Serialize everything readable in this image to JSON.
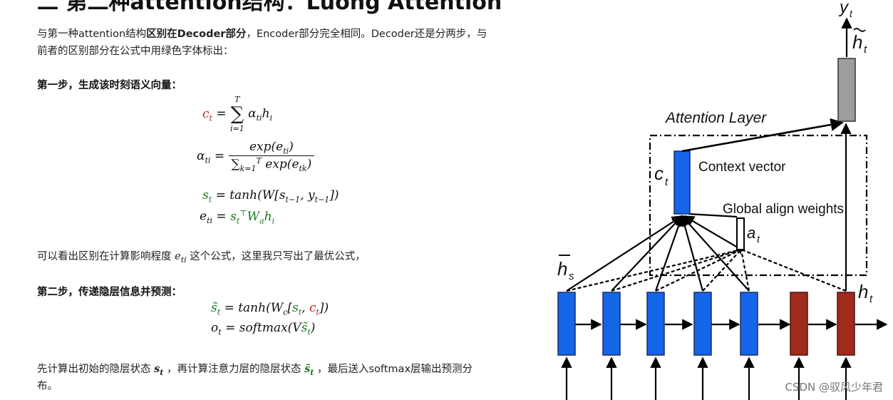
{
  "heading": "二 第二种attention结构：Luong Attention",
  "intro": {
    "part1": "与第一种attention结构",
    "bold": "区别在Decoder部分",
    "part2": "，Encoder部分完全相同。Decoder还是分两步，与",
    "line2": "前者的区别部分在公式中用绿色字体标出："
  },
  "step1_title": "第一步，生成该时刻语义向量：",
  "note": {
    "before": "可以看出区别在计算影响程度",
    "symbol": "e",
    "sub": "ti",
    "after": "这个公式，这里我只写出了最优公式，"
  },
  "step2_title": "第二步，传递隐层信息并预测：",
  "final": {
    "part1": "先计算出初始的隐层状态",
    "part2": "，再计算注意力层的隐层状态",
    "part3": "，最后送入softmax层输出预测分",
    "line2": "布。"
  },
  "diagram": {
    "attention_layer": "Attention Layer",
    "context_vector": "Context vector",
    "global_align": "Global align weights",
    "label_ct": "c",
    "label_at": "a",
    "label_hs": "h",
    "label_ht": "h",
    "label_yt": "y",
    "label_htilde": "h",
    "sub_t": "t",
    "sub_s": "s",
    "colors": {
      "encoder": "#1565e8",
      "decoder": "#a02a1c",
      "attn_out": "#9d9d9d"
    }
  },
  "watermark": "CSDN @驭风少年君"
}
